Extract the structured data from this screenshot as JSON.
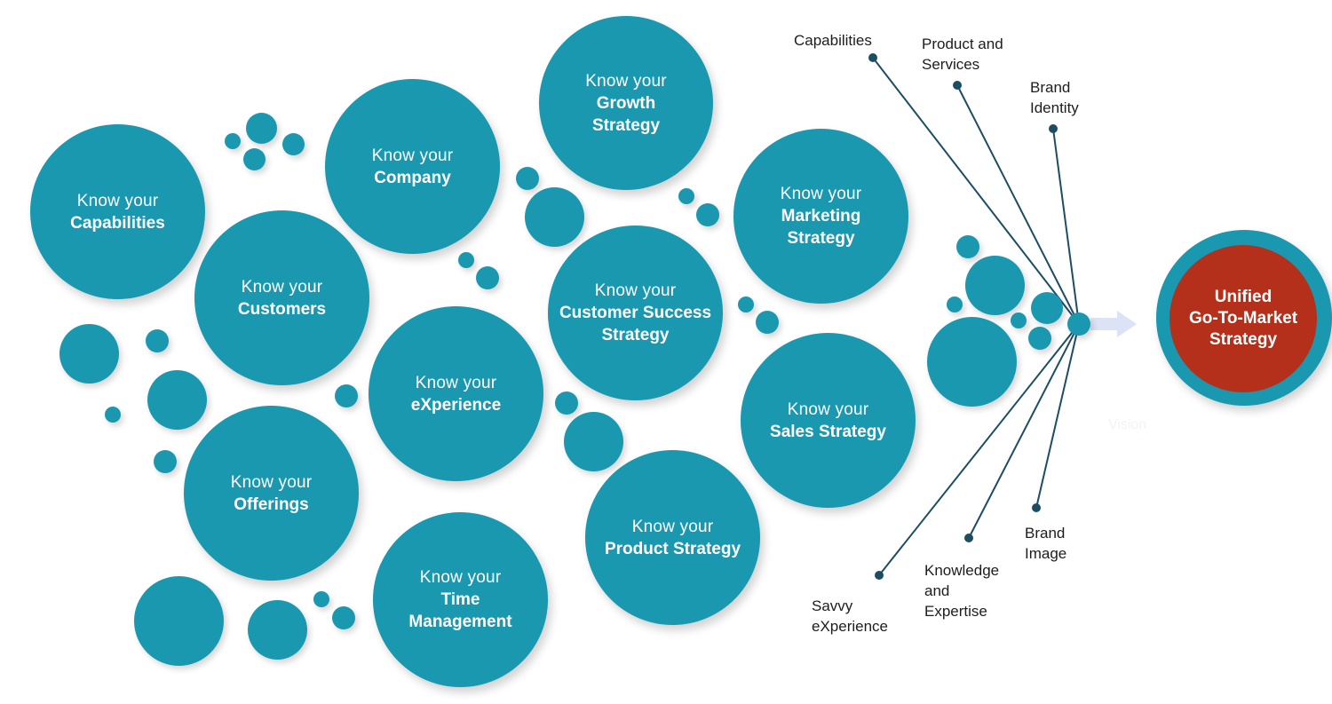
{
  "colors": {
    "bubble": "#1a98b0",
    "goal": "#b5301b",
    "line": "#1d4d63",
    "arrow": "#dce3f6"
  },
  "bubbles": [
    {
      "id": "capabilities",
      "prefix": "Know your",
      "title": "Capabilities"
    },
    {
      "id": "company",
      "prefix": "Know your",
      "title": "Company"
    },
    {
      "id": "growth-strategy",
      "prefix": "Know your",
      "title": "Growth\nStrategy"
    },
    {
      "id": "customers",
      "prefix": "Know your",
      "title": "Customers"
    },
    {
      "id": "experience",
      "prefix": "Know your",
      "title": "eXperience"
    },
    {
      "id": "offerings",
      "prefix": "Know your",
      "title": "Offerings"
    },
    {
      "id": "time-management",
      "prefix": "Know your",
      "title": "Time\nManagement"
    },
    {
      "id": "customer-success",
      "prefix": "Know your",
      "title": "Customer Success\nStrategy"
    },
    {
      "id": "marketing-strategy",
      "prefix": "Know your",
      "title": "Marketing\nStrategy"
    },
    {
      "id": "product-strategy",
      "prefix": "Know your",
      "title": "Product Strategy"
    },
    {
      "id": "sales-strategy",
      "prefix": "Know your",
      "title": "Sales Strategy"
    }
  ],
  "connector_labels": {
    "capabilities": "Capabilities",
    "product_services": "Product and\nServices",
    "brand_identity": "Brand\nIdentity",
    "brand_image": "Brand\nImage",
    "knowledge": "Knowledge\nand\nExpertise",
    "savvy": "Savvy\neXperience"
  },
  "goal": {
    "label": "Unified\nGo-To-Market\nStrategy"
  },
  "vision_text": "Vision"
}
